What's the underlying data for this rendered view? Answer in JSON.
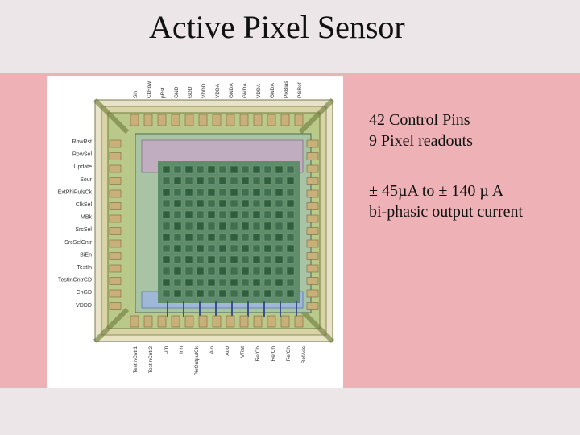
{
  "slide": {
    "title": "Active Pixel Sensor",
    "bullets": [
      "42 Control Pins",
      "9 Pixel readouts",
      "± 45µA to ± 140 µ A",
      "bi-phasic output current"
    ]
  },
  "chip": {
    "left_labels": [
      "RowRst",
      "RowSel",
      "Update",
      "Sour",
      "ExtPhiPulsCk",
      "ClkSel",
      "MBk",
      "SrcSel",
      "SrcSelCntr",
      "BiEn",
      "TestIn",
      "TestInCntrCD",
      "ChGD",
      "VDDD"
    ],
    "top_labels": [
      "Sin",
      "CkRow",
      "pRst",
      "GND",
      "GDD",
      "VDDD",
      "VDDA",
      "GNDA",
      "GNDA",
      "VDDA",
      "GNDA",
      "PixBias",
      "PGRef"
    ],
    "bottom_labels": [
      "TestInCntr1",
      "TestInCntr2",
      "Lim",
      "Inh",
      "PixOutputCk",
      "Ain",
      "Ado",
      "VRst",
      "RefCh",
      "RefCh",
      "RefCh",
      "RefAdc"
    ]
  },
  "colors": {
    "band": "#eeb1b5",
    "background": "#ece6e8"
  }
}
